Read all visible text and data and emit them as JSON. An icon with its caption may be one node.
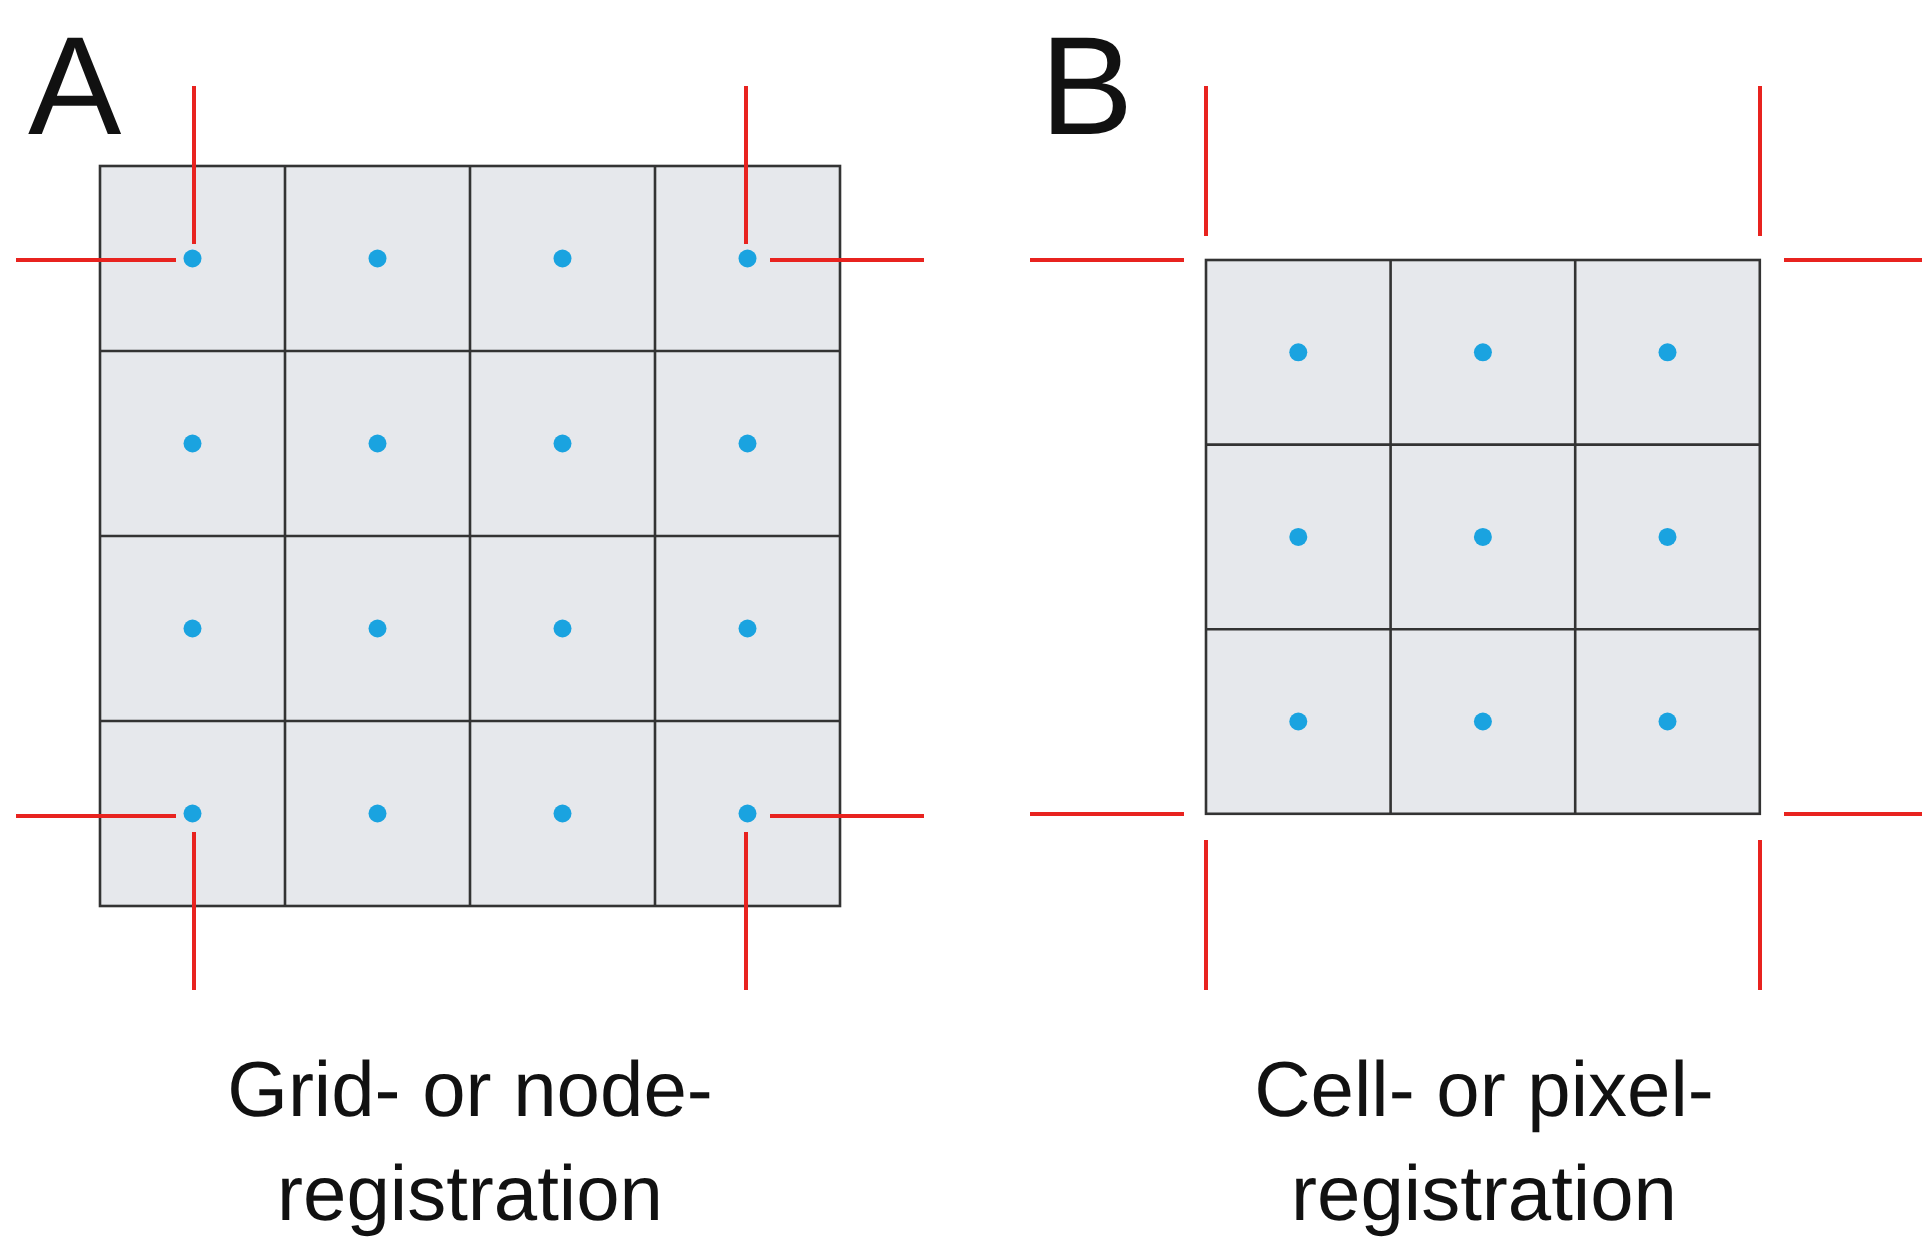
{
  "diagram": {
    "labels": [
      "A",
      "B",
      "Grid- or node- registration",
      "Cell- or pixel- registration"
    ]
  }
}
